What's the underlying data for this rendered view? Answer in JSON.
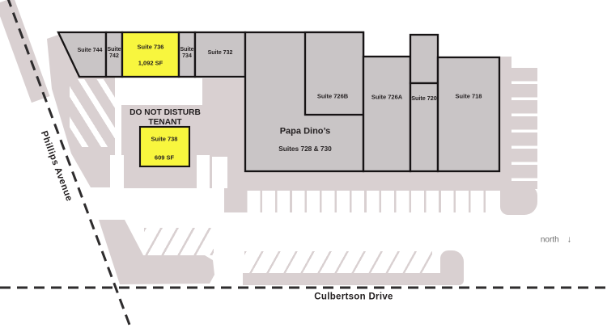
{
  "colors": {
    "pink": "#d9d0d1",
    "gray": "#c9c5c6",
    "yellow": "#f8f63e",
    "line": "#161314",
    "road": "#2e2c2d",
    "northtext": "#6b6b6b",
    "text": "#231f20"
  },
  "streets": {
    "phillips": "Phillips Avenue",
    "culbertson": "Culbertson Drive"
  },
  "compass": {
    "label": "north",
    "arrow": "↓"
  },
  "notice": {
    "line1": "DO NOT DISTURB",
    "line2": "TENANT"
  },
  "anchor": {
    "name": "Papa Dino’s",
    "sub": "Suites 728 & 730"
  },
  "suites": {
    "s744": {
      "label": "Suite 744"
    },
    "s742": {
      "label": "Suite 742"
    },
    "s736": {
      "label": "Suite 736",
      "sf": "1,092 SF",
      "highlighted": true
    },
    "s734": {
      "label": "Suite 734"
    },
    "s732": {
      "label": "Suite 732"
    },
    "s726b": {
      "label": "Suite 726B"
    },
    "s726a": {
      "label": "Suite 726A"
    },
    "s720": {
      "label": "Suite 720"
    },
    "s718": {
      "label": "Suite 718"
    },
    "s738": {
      "label": "Suite 738",
      "sf": "609 SF",
      "highlighted": true
    }
  }
}
